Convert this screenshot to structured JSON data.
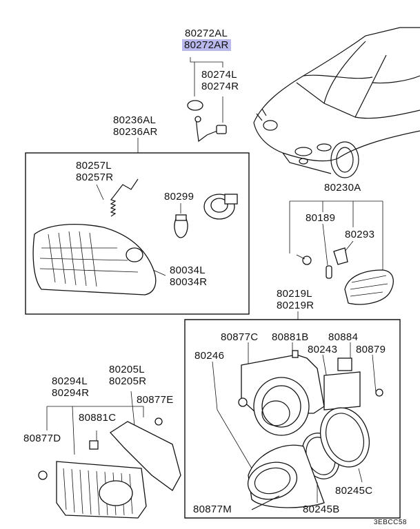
{
  "labels": {
    "p80272AL": "80272AL",
    "p80272AR": "80272AR",
    "p80274L": "80274L",
    "p80274R": "80274R",
    "p80236AL": "80236AL",
    "p80236AR": "80236AR",
    "p80257L": "80257L",
    "p80257R": "80257R",
    "p80299": "80299",
    "p80034L": "80034L",
    "p80034R": "80034R",
    "p80230A": "80230A",
    "p80189": "80189",
    "p80293": "80293",
    "p80219L": "80219L",
    "p80219R": "80219R",
    "p80877C": "80877C",
    "p80881B": "80881B",
    "p80884": "80884",
    "p80243": "80243",
    "p80879": "80879",
    "p80246": "80246",
    "p80294L": "80294L",
    "p80294R": "80294R",
    "p80205L": "80205L",
    "p80205R": "80205R",
    "p80877E": "80877E",
    "p80881C": "80881C",
    "p80877D": "80877D",
    "p80245C": "80245C",
    "p80877M": "80877M",
    "p80245B": "80245B"
  },
  "diagram_code": "3EBCC58",
  "highlight_color": "#b9b9ee"
}
